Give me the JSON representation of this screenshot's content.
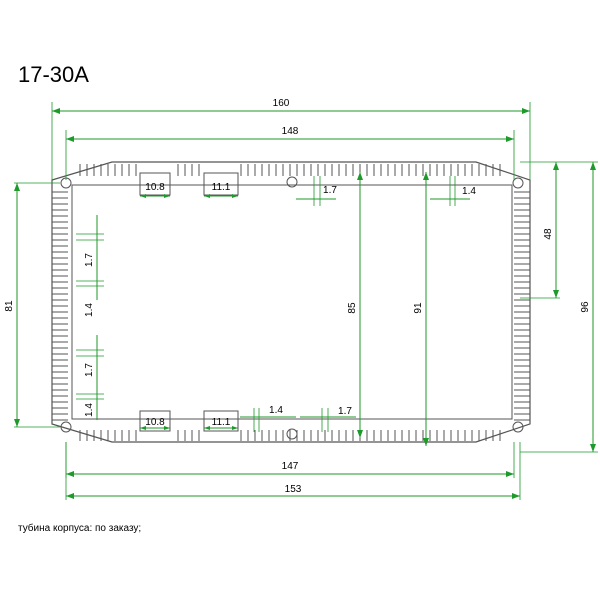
{
  "title": "17-30A",
  "note": "тубина корпуса: по заказу;",
  "colors": {
    "dimension": "#1d9a2a",
    "outline": "#555555",
    "text": "#000000"
  },
  "dimensions": {
    "overall_width": "160",
    "top_width": "148",
    "bottom_inner_width": "147",
    "bottom_width": "153",
    "left_height": "81",
    "right_height_outer": "96",
    "right_height_inner": "48",
    "center_height_a": "85",
    "center_height_b": "91",
    "slot_top_a": "10.8",
    "slot_top_b": "11.1",
    "gap_top_a": "1.7",
    "gap_top_b": "1.4",
    "slot_bottom_a": "10.8",
    "slot_bottom_b": "11.1",
    "gap_bottom_a": "1.4",
    "gap_bottom_b": "1.7",
    "left_gap_1": "1.7",
    "left_gap_2": "1.4",
    "left_gap_3": "1.7",
    "left_gap_4": "1.4"
  }
}
